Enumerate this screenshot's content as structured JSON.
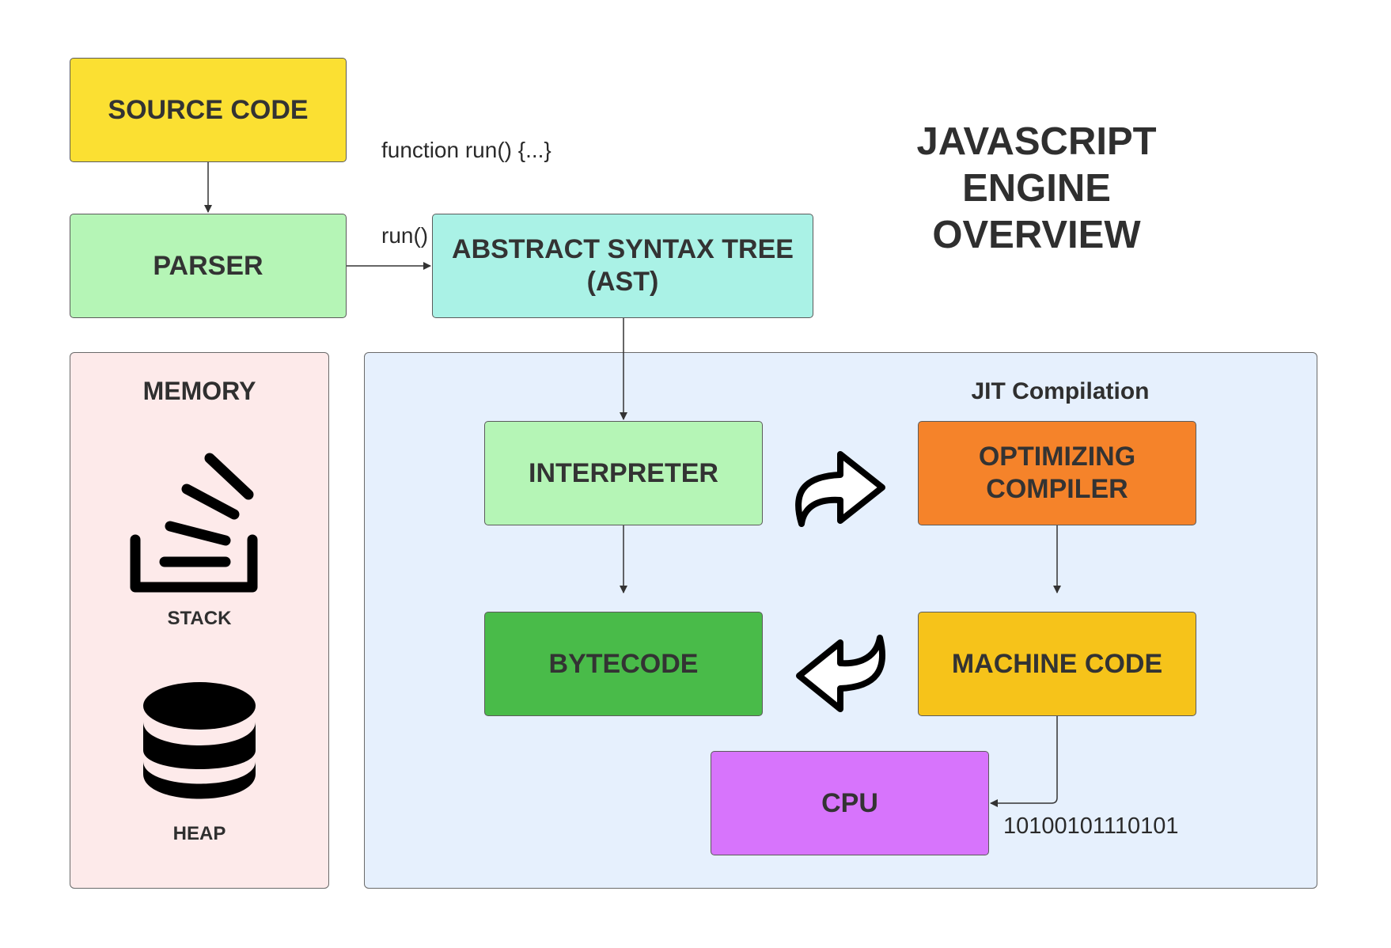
{
  "diagram": {
    "title_lines": [
      "JAVASCRIPT",
      "ENGINE",
      "OVERVIEW"
    ],
    "code_snippet": {
      "line1": "function run() {...}",
      "line2": "run()"
    },
    "nodes": {
      "source_code": {
        "label": "SOURCE CODE",
        "color": "#fbe032"
      },
      "parser": {
        "label": "PARSER",
        "color": "#b5f5b6"
      },
      "ast": {
        "line1": "ABSTRACT SYNTAX TREE",
        "line2": "(AST)",
        "color": "#aaf2e6"
      },
      "interpreter": {
        "label": "INTERPRETER",
        "color": "#b5f5b6"
      },
      "optimizing_compiler": {
        "line1": "OPTIMIZING",
        "line2": "COMPILER",
        "color": "#f5832a"
      },
      "bytecode": {
        "label": "BYTECODE",
        "color": "#49bb49"
      },
      "machine_code": {
        "label": "MACHINE CODE",
        "color": "#f6c31a"
      },
      "cpu": {
        "label": "CPU",
        "color": "#d774fc"
      }
    },
    "memory_panel": {
      "title": "MEMORY",
      "stack_label": "STACK",
      "heap_label": "HEAP",
      "stack_icon": "stack-icon",
      "heap_icon": "database-icon",
      "color": "#fdeaea"
    },
    "jit_panel": {
      "title": "JIT Compilation",
      "color": "#e6f0fd"
    },
    "binary_output": "10100101110101"
  }
}
